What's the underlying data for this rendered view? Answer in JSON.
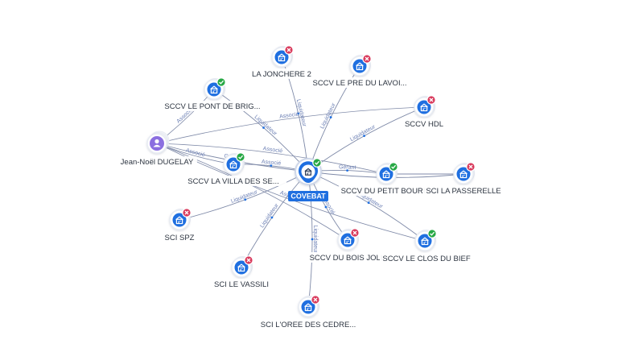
{
  "graph": {
    "center": {
      "label": "COVEBAT",
      "status": "active",
      "icon": "company-icon"
    },
    "person": {
      "label": "Jean-Noël DUGELAY",
      "icon": "person-icon"
    },
    "nodes": [
      {
        "id": "la-jonchere-2",
        "label": "LA JONCHERE 2",
        "status": "inactive",
        "relation": "Liquidateur"
      },
      {
        "id": "sccv-le-pre-du-lavoi",
        "label": "SCCV LE PRE DU LAVOI...",
        "status": "inactive",
        "relation": "Liquidateur"
      },
      {
        "id": "sccv-le-pont-de-brig",
        "label": "SCCV LE PONT DE BRIG...",
        "status": "active",
        "relation": "Liquidateur"
      },
      {
        "id": "sccv-hdl",
        "label": "SCCV HDL",
        "status": "inactive",
        "relation": "Liquidateur"
      },
      {
        "id": "sccv-la-villa-des-se",
        "label": "SCCV LA VILLA DES SE...",
        "status": "active",
        "relation": "Associé"
      },
      {
        "id": "sccv-du-petit-bouri",
        "label": "SCCV DU PETIT BOURI",
        "status": "active",
        "relation": "Gérant"
      },
      {
        "id": "sci-la-passerelle",
        "label": "SCI LA PASSERELLE",
        "status": "inactive",
        "relation": ""
      },
      {
        "id": "sci-spz",
        "label": "SCI SPZ",
        "status": "inactive",
        "relation": "Liquidateur"
      },
      {
        "id": "sccv-du-bois-joli",
        "label": "SCCV DU BOIS JOLI",
        "status": "inactive",
        "relation": "Associé"
      },
      {
        "id": "sccv-le-clos-du-bief",
        "label": "SCCV LE CLOS DU BIEF",
        "status": "active",
        "relation": "Liquidateur"
      },
      {
        "id": "sci-le-vassili",
        "label": "SCI LE VASSILI",
        "status": "inactive",
        "relation": "Liquidateur"
      },
      {
        "id": "sci-loree-des-cedre",
        "label": "SCI L'OREE DES CEDRE...",
        "status": "inactive",
        "relation": "Liquidateur"
      }
    ],
    "edge_labels": [
      "Associé",
      "Gérant",
      "Liquidateur"
    ],
    "colors": {
      "node_blue": "#1f6fe0",
      "node_ring": "#e8ecf3",
      "status_active": "#27a845",
      "status_inactive": "#d93a5c",
      "person_purple": "#8b6fe0",
      "edge": "#7f8aa8",
      "edge_label": "#6b7fb4",
      "label_bg": "#ffffff"
    }
  }
}
